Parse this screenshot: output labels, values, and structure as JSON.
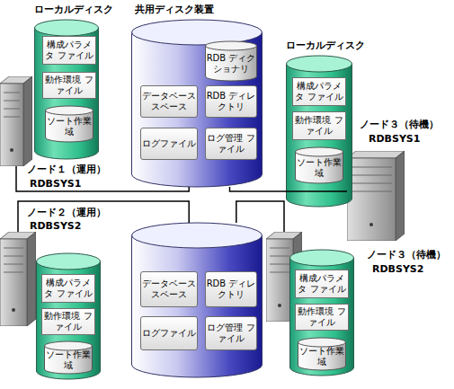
{
  "diagram": {
    "nodes": [
      {
        "text": [
          "ローカルディスク"
        ]
      },
      {
        "text": [
          "構成パラメタ ファイル"
        ],
        "in": 0
      },
      {
        "text": [
          "動作環境 ファイル"
        ],
        "in": 0
      },
      {
        "text": [
          "ソート作業域"
        ],
        "in": 0
      },
      {
        "text": [
          "ノード１（運用）",
          "RDBSYS1"
        ]
      },
      {
        "text": [
          "共用ディスク装置"
        ]
      },
      {
        "text": [
          "RDB ディクショナリ"
        ],
        "in": 5
      },
      {
        "text": [
          "データベース スペース"
        ],
        "in": 5
      },
      {
        "text": [
          "RDB ディレクトリ"
        ],
        "in": 5
      },
      {
        "text": [
          "ログファイル"
        ],
        "in": 5
      },
      {
        "text": [
          "ログ管理 ファイル"
        ],
        "in": 5
      },
      {
        "text": [
          "ローカルディスク"
        ]
      },
      {
        "text": [
          "構成パラメタ ファイル"
        ],
        "in": 11
      },
      {
        "text": [
          "動作環境 ファイル"
        ],
        "in": 11
      },
      {
        "text": [
          "ソート作業域"
        ],
        "in": 11
      },
      {
        "text": [
          "ノード３（待機）",
          "RDBSYS1"
        ]
      },
      {
        "text": [
          "ノード２（運用）",
          "RDBSYS2"
        ]
      },
      {
        "text": []
      },
      {
        "text": [
          "構成パラメタ ファイル"
        ],
        "in": 17
      },
      {
        "text": [
          "動作環境 ファイル"
        ],
        "in": 17
      },
      {
        "text": [
          "ソート作業域"
        ],
        "in": 17
      },
      {
        "text": []
      },
      {
        "text": [
          "データベース スペース"
        ],
        "in": 21
      },
      {
        "text": [
          "RDB ディレクトリ"
        ],
        "in": 21
      },
      {
        "text": [
          "ログファイル"
        ],
        "in": 21
      },
      {
        "text": [
          "ログ管理 ファイル"
        ],
        "in": 21
      },
      {
        "text": []
      },
      {
        "text": [
          "構成パラメタ ファイル"
        ],
        "in": 26
      },
      {
        "text": [
          "動作環境 ファイル"
        ],
        "in": 26
      },
      {
        "text": [
          "ソート作業域"
        ],
        "in": 26
      },
      {
        "text": [
          "ノード３（待機）",
          "RDBSYS2"
        ]
      }
    ],
    "edges": [
      {
        "from": 4,
        "to": 5,
        "arrow": "none"
      },
      {
        "from": 5,
        "to": 15,
        "arrow": "none"
      },
      {
        "from": 16,
        "to": 21,
        "arrow": "none"
      },
      {
        "from": 21,
        "to": 30,
        "arrow": "none"
      }
    ]
  }
}
